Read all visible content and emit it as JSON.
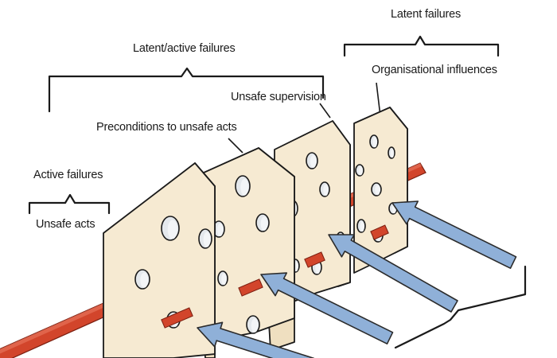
{
  "labels": {
    "latent_failures": "Latent failures",
    "latent_active_failures": "Latent/active failures",
    "active_failures": "Active failures",
    "organisational_influences": "Organisational influences",
    "unsafe_supervision": "Unsafe supervision",
    "preconditions": "Preconditions to unsafe acts",
    "unsafe_acts": "Unsafe acts"
  },
  "colors": {
    "slice_face": "#f6ead2",
    "slice_edge": "#efdfc0",
    "outline": "#1a1a1a",
    "hole": "#e4e8ec",
    "hazard_arrow": "#d2452b",
    "defence_arrow": "#8fb0d8",
    "defence_arrow_stroke": "#2b2b2b"
  },
  "icons": {
    "slices": "swiss-cheese-slice",
    "hazard": "red-trajectory-arrow",
    "defences": "blue-arrow"
  }
}
